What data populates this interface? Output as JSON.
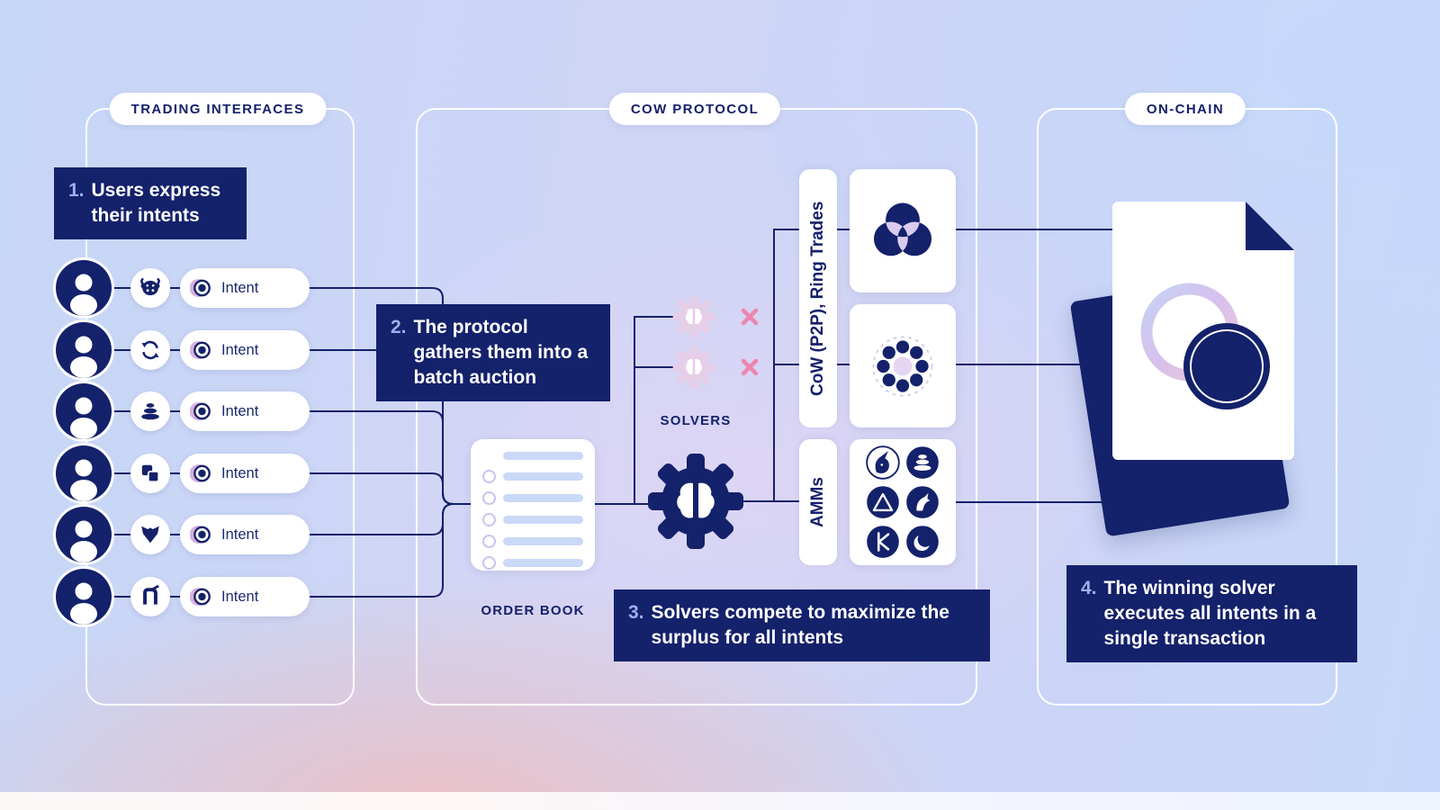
{
  "colors": {
    "navy": "#14216B",
    "step_number": "#9FB0EE",
    "bar_blue": "#C9D9F7",
    "faded_gear": "#E6CDE8",
    "x_mark_pink": "#EC86AE",
    "background_blue": "#C6D6F7",
    "background_pink": "#F6B7B2"
  },
  "sections": {
    "trading": "TRADING INTERFACES",
    "protocol": "COW PROTOCOL",
    "onchain": "ON-CHAIN"
  },
  "steps": [
    {
      "num": "1.",
      "text": "Users express their intents"
    },
    {
      "num": "2.",
      "text": "The protocol gathers them into a batch auction"
    },
    {
      "num": "3.",
      "text": "Solvers compete to maximize the surplus for all intents"
    },
    {
      "num": "4.",
      "text": "The winning solver executes all intents in a single transaction"
    }
  ],
  "trading_rows": [
    {
      "interface": "cow-head",
      "intent": "Intent"
    },
    {
      "interface": "swap-arrows",
      "intent": "Intent"
    },
    {
      "interface": "pebbles",
      "intent": "Intent"
    },
    {
      "interface": "overlapping-squares",
      "intent": "Intent"
    },
    {
      "interface": "fox",
      "intent": "Intent"
    },
    {
      "interface": "unicorn-letter",
      "intent": "Intent"
    }
  ],
  "protocol_labels": {
    "order_book": "ORDER BOOK",
    "solvers": "SOLVERS",
    "cow_ring": "CoW (P2P), Ring Trades",
    "amms": "AMMs"
  },
  "icons": {
    "avatar": "user-avatar",
    "intent": "intent-ring",
    "order_book": "order-book-list",
    "solver": "gear-brain",
    "rejected_solver": "faded-gear-brain",
    "rejected_mark": "x-mark",
    "cow_match": "venn-circles",
    "ring_trade": "dotted-ring",
    "amm_icons": [
      "unicorn",
      "pebbles",
      "triangle",
      "horse",
      "k-glyph",
      "crescent"
    ],
    "onchain": "settlement-document"
  }
}
